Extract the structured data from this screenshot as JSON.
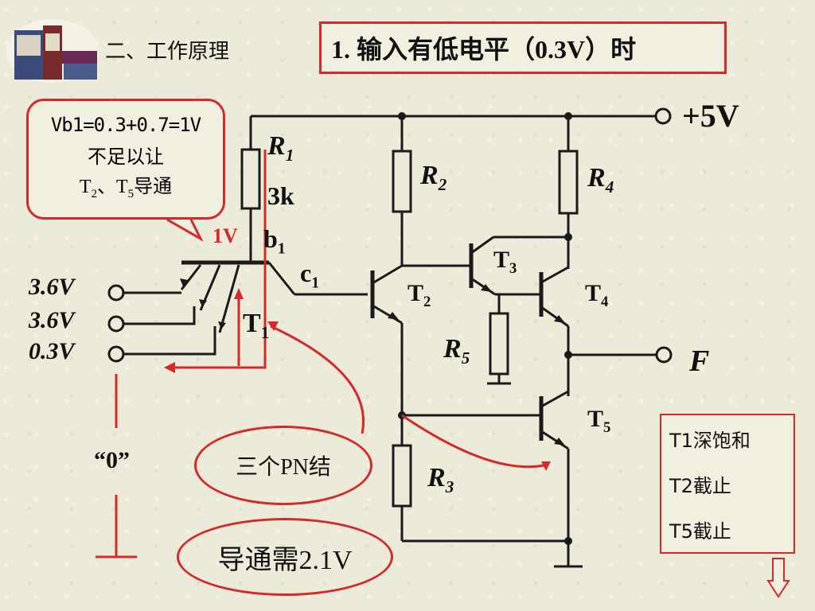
{
  "slide": {
    "section_heading": "二、工作原理",
    "title": "1. 输入有低电平（0.3V）时"
  },
  "note": {
    "equation": "Vb1=0.3+0.7=1V",
    "line2": "不足以让",
    "line3_t2": "T",
    "line3_t2_sub": "2",
    "line3_sep": "、",
    "line3_t5": "T",
    "line3_t5_sub": "5",
    "line3_end": "导通"
  },
  "circuit": {
    "supply": "+5V",
    "output": "F",
    "r1": {
      "name": "R",
      "sub": "1",
      "value": "3k"
    },
    "r2": {
      "name": "R",
      "sub": "2"
    },
    "r3": {
      "name": "R",
      "sub": "3"
    },
    "r4": {
      "name": "R",
      "sub": "4"
    },
    "r5": {
      "name": "R",
      "sub": "5"
    },
    "t1": {
      "name": "T",
      "sub": "1"
    },
    "t2": {
      "name": "T",
      "sub": "2"
    },
    "t3": {
      "name": "T",
      "sub": "3"
    },
    "t4": {
      "name": "T",
      "sub": "4"
    },
    "t5": {
      "name": "T",
      "sub": "5"
    },
    "b1": {
      "name": "b",
      "sub": "1"
    },
    "c1": {
      "name": "c",
      "sub": "1"
    },
    "base_voltage": "1V",
    "inputs": [
      "3.6V",
      "3.6V",
      "0.3V"
    ],
    "logic_zero": "“0”"
  },
  "annotations": {
    "pn_junctions": "三个PN结",
    "conduction": "导通需2.1V"
  },
  "states": [
    "T1深饱和",
    "T2截止",
    "T5截止"
  ],
  "colors": {
    "accent_red": "#d42a2a",
    "wire": "#1a1a1a"
  },
  "icons": {
    "logo": "books-icon",
    "nav": "down-arrow-icon"
  }
}
